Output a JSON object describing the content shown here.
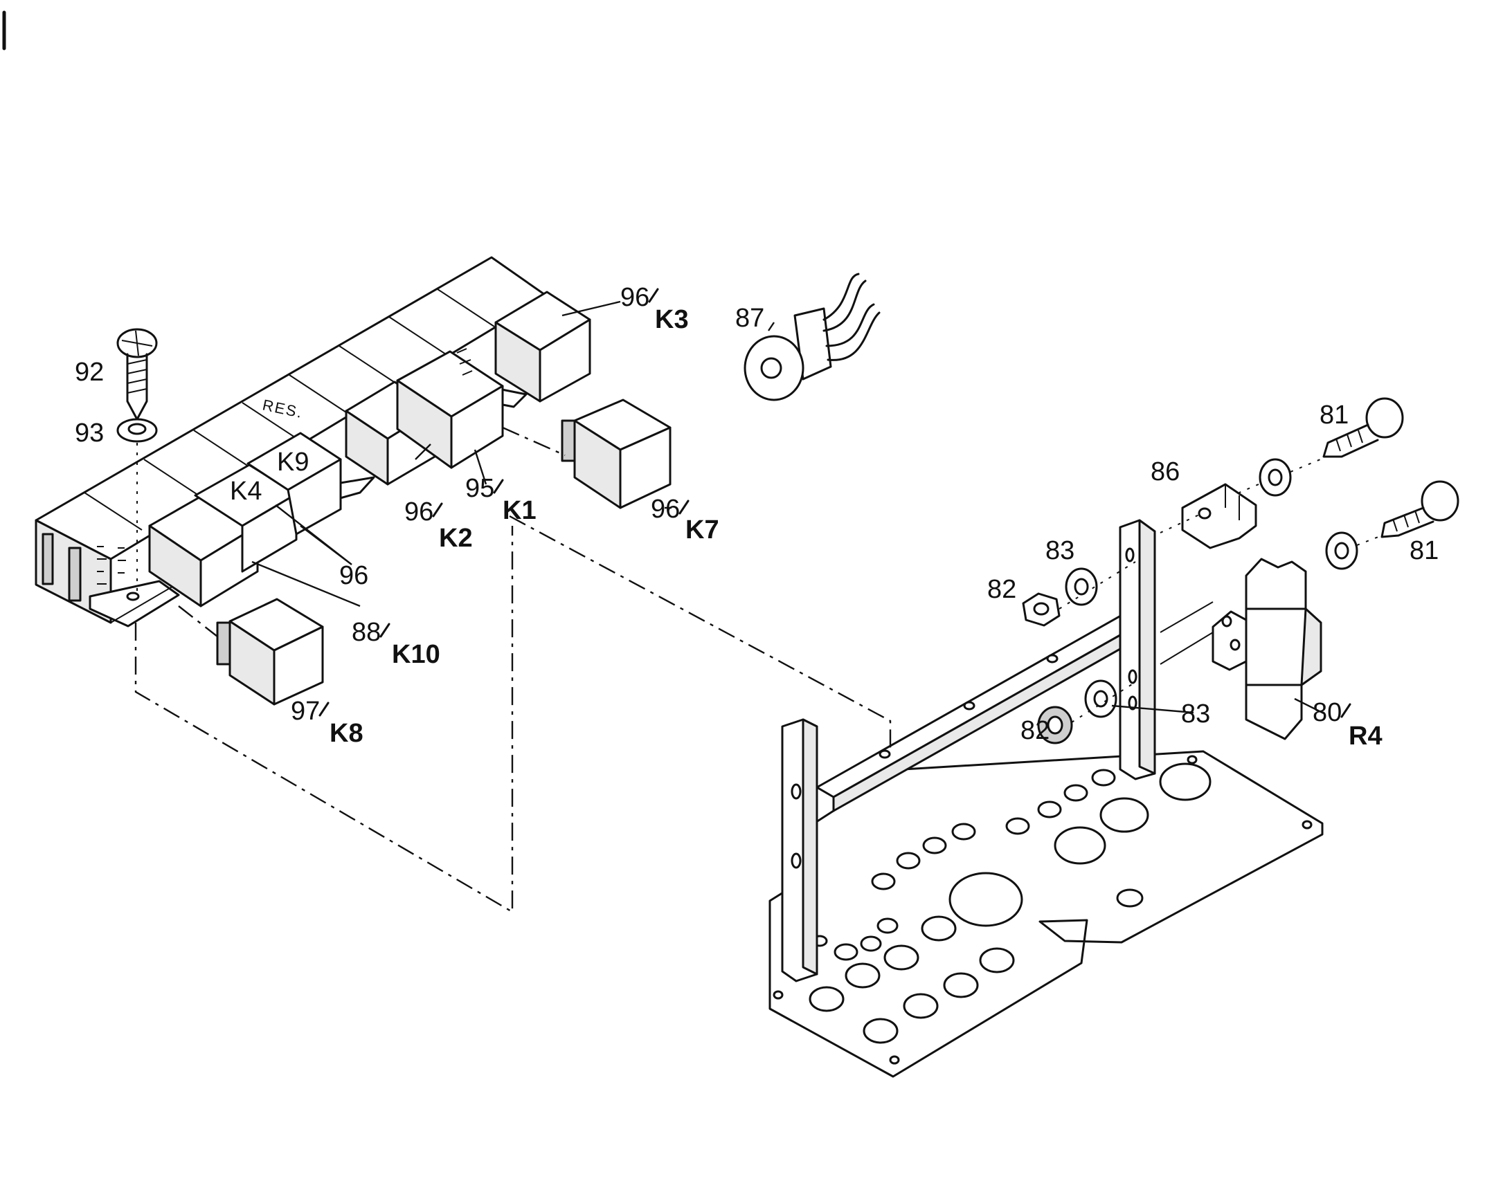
{
  "diagram": {
    "labels": {
      "l92": "92",
      "l93": "93",
      "l87": "87",
      "l96": "96",
      "l81a": "81",
      "l81b": "81",
      "l86": "86",
      "l83a": "83",
      "l83b": "83",
      "l82a": "82",
      "l82b": "82",
      "res": "RES.",
      "k4": "K4",
      "k9": "K9"
    },
    "callouts": {
      "k3": {
        "num": "96",
        "ref": "K3"
      },
      "k7": {
        "num": "96",
        "ref": "K7"
      },
      "k2": {
        "num": "96",
        "ref": "K2"
      },
      "k1": {
        "num": "95",
        "ref": "K1"
      },
      "k10": {
        "num": "88",
        "ref": "K10"
      },
      "k8": {
        "num": "97",
        "ref": "K8"
      },
      "r4": {
        "num": "80",
        "ref": "R4"
      }
    }
  }
}
